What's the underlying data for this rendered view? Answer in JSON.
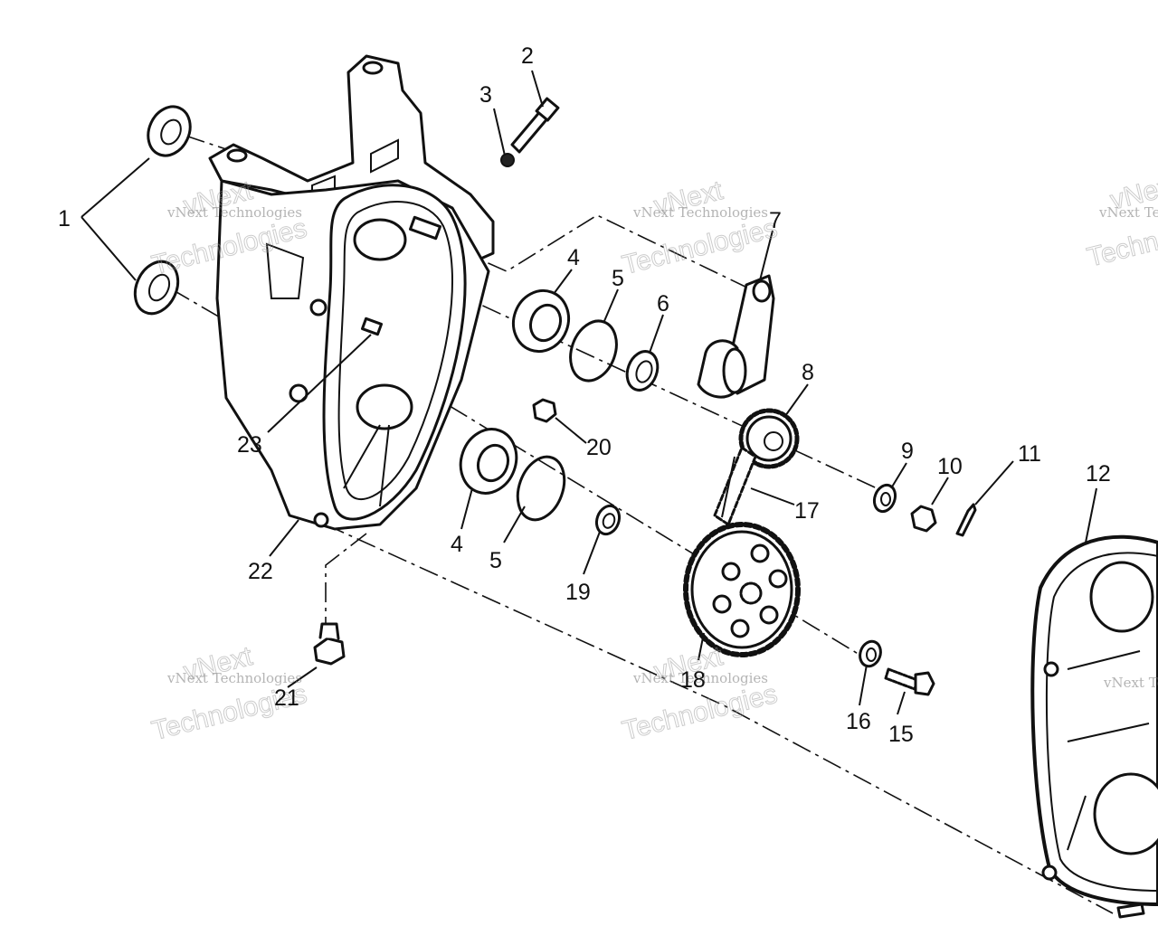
{
  "callouts": [
    {
      "id": "1",
      "text": "1"
    },
    {
      "id": "2",
      "text": "2"
    },
    {
      "id": "3",
      "text": "3"
    },
    {
      "id": "4a",
      "text": "4"
    },
    {
      "id": "4b",
      "text": "4"
    },
    {
      "id": "5a",
      "text": "5"
    },
    {
      "id": "5b",
      "text": "5"
    },
    {
      "id": "6",
      "text": "6"
    },
    {
      "id": "7",
      "text": "7"
    },
    {
      "id": "8",
      "text": "8"
    },
    {
      "id": "9",
      "text": "9"
    },
    {
      "id": "10",
      "text": "10"
    },
    {
      "id": "11",
      "text": "11"
    },
    {
      "id": "12",
      "text": "12"
    },
    {
      "id": "15",
      "text": "15"
    },
    {
      "id": "16",
      "text": "16"
    },
    {
      "id": "17",
      "text": "17"
    },
    {
      "id": "18",
      "text": "18"
    },
    {
      "id": "19",
      "text": "19"
    },
    {
      "id": "20",
      "text": "20"
    },
    {
      "id": "21",
      "text": "21"
    },
    {
      "id": "22",
      "text": "22"
    },
    {
      "id": "23",
      "text": "23"
    }
  ],
  "watermark": {
    "company_line": "vNext Technologies",
    "word_1": "vNext",
    "word_2": "Technologies"
  },
  "colors": {
    "line": "#111111",
    "background": "#ffffff",
    "watermark": "#9a9a9a"
  }
}
